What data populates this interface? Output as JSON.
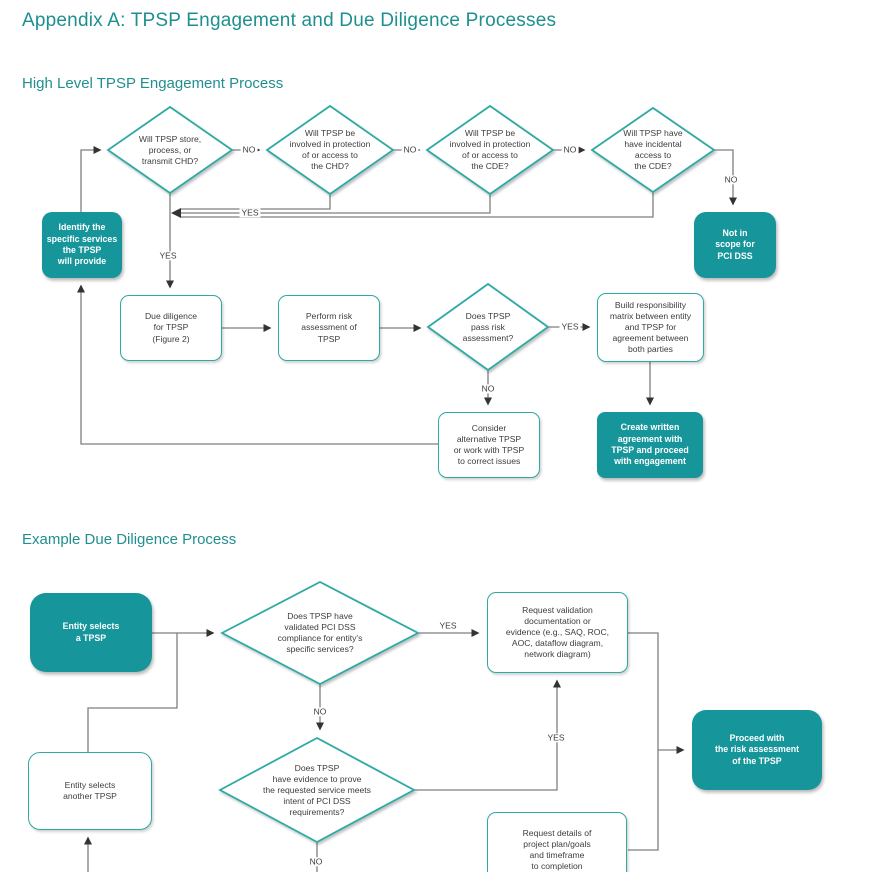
{
  "page_title": "Appendix A: TPSP Engagement and Due Diligence Processes",
  "colors": {
    "teal_fill": "#16969B",
    "teal_border": "#2FA9A3",
    "heading_teal": "#1E8F90",
    "line_gray": "#7F7F7F",
    "arrow_dark": "#333333",
    "text_dark": "#3D3D3D"
  },
  "fc1": {
    "section_title": "High Level TPSP Engagement Process",
    "nodes": {
      "store_chd": "Will TPSP store,\nprocess, or\ntransmit CHD?",
      "protect_chd": "Will TPSP be\ninvolved in protection\nof or access to\nthe CHD?",
      "protect_cde": "Will TPSP be\ninvolved in protection\nof or access to\nthe CDE?",
      "incidental_cde": "Will TPSP have\nhave incidental\naccess to\nthe CDE?",
      "identify": "Identify the\nspecific services\nthe TPSP\nwill provide",
      "not_in_scope": "Not in\nscope for\nPCI DSS",
      "due_diligence": "Due diligence\nfor TPSP\n(Figure 2)",
      "perform_risk": "Perform risk\nassessment of\nTPSP",
      "pass_risk": "Does TPSP\npass risk\nassessment?",
      "build_matrix": "Build responsibility\nmatrix between entity\nand TPSP for\nagreement between\nboth parties",
      "consider_alt": "Consider\nalternative TPSP\nor work with TPSP\nto correct issues",
      "create_agreement": "Create written\nagreement with\nTPSP and proceed\nwith engagement"
    },
    "edges": {
      "no_d1_d2": "NO",
      "no_d2_d3": "NO",
      "no_d3_d4": "NO",
      "no_d4_scope": "NO",
      "yes_merge": "YES",
      "yes_d1_due": "YES",
      "yes_pass": "YES",
      "no_pass": "NO"
    }
  },
  "fc2": {
    "section_title": "Example Due Diligence Process",
    "nodes": {
      "entity_selects": "Entity selects\na TPSP",
      "validated": "Does TPSP have\nvalidated PCI DSS\ncompliance for entity's\nspecific services?",
      "request_validation": "Request validation\ndocumentation or\nevidence (e.g., SAQ, ROC,\nAOC, dataflow diagram,\nnetwork diagram)",
      "entity_another": "Entity selects\nanother TPSP",
      "evidence": "Does TPSP\nhave evidence to prove\nthe requested service meets\nintent of PCI DSS\nrequirements?",
      "request_details": "Request details of\nproject plan/goals\nand timeframe\nto completion",
      "proceed": "Proceed with\nthe risk assessment\nof the TPSP"
    },
    "edges": {
      "yes_validated": "YES",
      "no_validated": "NO",
      "yes_evidence": "YES",
      "no_evidence": "NO"
    }
  }
}
